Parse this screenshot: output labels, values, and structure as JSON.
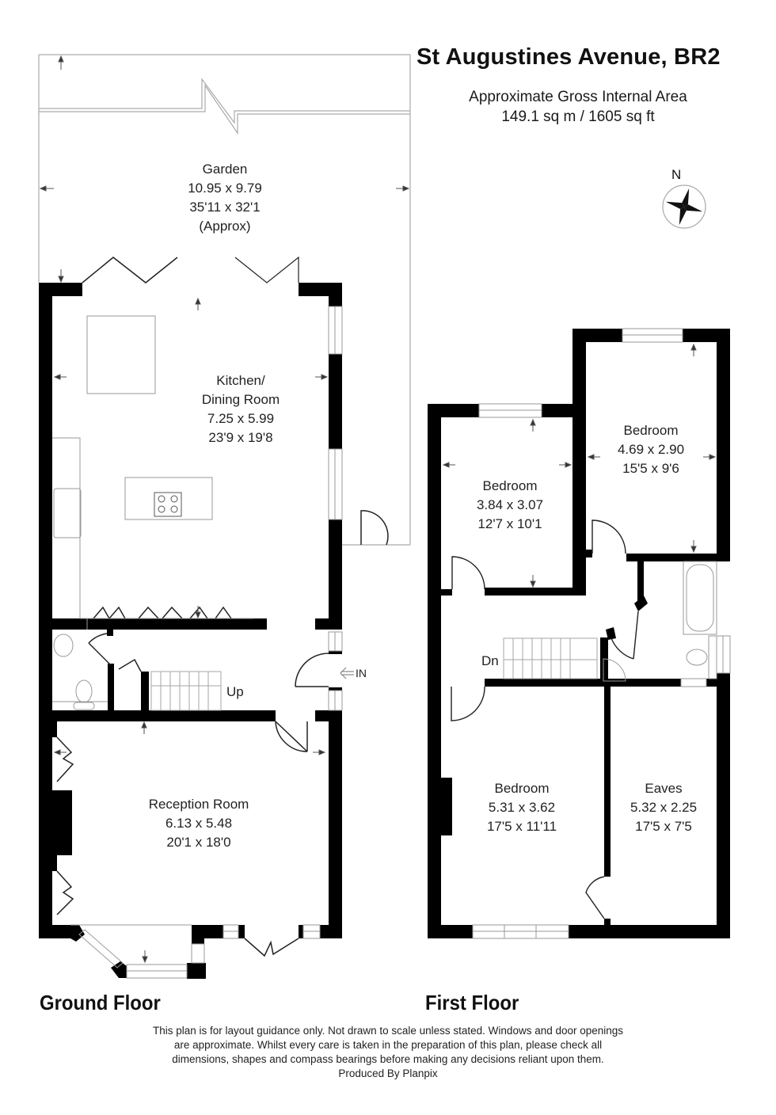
{
  "header": {
    "title": "St Augustines Avenue, BR2",
    "area_label": "Approximate Gross Internal Area",
    "area_value": "149.1 sq m / 1605 sq ft"
  },
  "compass": {
    "label": "N",
    "icon": "compass-rose-icon"
  },
  "ground_floor": {
    "label": "Ground Floor",
    "rooms": [
      {
        "name": "Garden",
        "metric": "10.95 x 9.79",
        "imperial": "35'11 x 32'1",
        "note": "(Approx)"
      },
      {
        "name_line1": "Kitchen/",
        "name_line2": "Dining Room",
        "metric": "7.25 x 5.99",
        "imperial": "23'9 x 19'8"
      },
      {
        "name": "Reception Room",
        "metric": "6.13 x 5.48",
        "imperial": "20'1 x 18'0"
      }
    ],
    "stairs_label": "Up",
    "entrance_label": "IN"
  },
  "first_floor": {
    "label": "First Floor",
    "rooms": [
      {
        "name": "Bedroom",
        "metric": "3.84 x 3.07",
        "imperial": "12'7 x 10'1"
      },
      {
        "name": "Bedroom",
        "metric": "4.69 x 2.90",
        "imperial": "15'5 x 9'6"
      },
      {
        "name": "Bedroom",
        "metric": "5.31 x 3.62",
        "imperial": "17'5 x 11'11"
      },
      {
        "name": "Eaves",
        "metric": "5.32 x 2.25",
        "imperial": "17'5 x 7'5"
      }
    ],
    "stairs_label": "Dn"
  },
  "footer": {
    "disclaimer_line1": "This plan is for layout guidance only. Not drawn to scale unless stated. Windows and door openings",
    "disclaimer_line2": "are approximate. Whilst every care is taken in the preparation of this plan, please check all",
    "disclaimer_line3": "dimensions, shapes and compass bearings before making any decisions reliant upon them.",
    "producer": "Produced By Planpix"
  },
  "colors": {
    "wall": "#000000",
    "fixture_line": "#9a9a9a",
    "text": "#222222",
    "background": "#ffffff"
  }
}
